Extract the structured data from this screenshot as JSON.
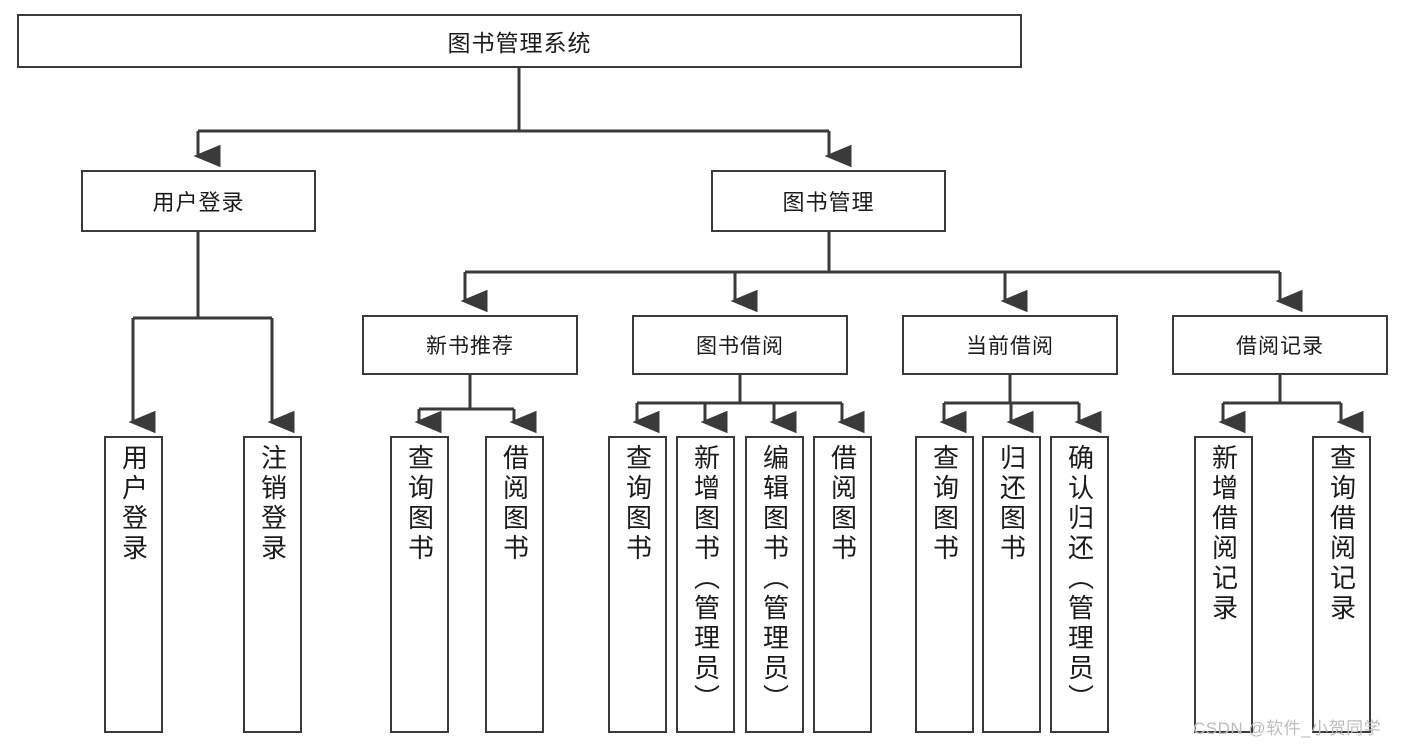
{
  "diagram": {
    "title": "图书管理系统",
    "type": "functional-decomposition-tree",
    "root": {
      "id": "root",
      "label": "图书管理系统"
    },
    "level2": [
      {
        "id": "login",
        "label": "用户登录"
      },
      {
        "id": "bookmgmt",
        "label": "图书管理"
      }
    ],
    "level3": [
      {
        "id": "newbook",
        "label": "新书推荐"
      },
      {
        "id": "borrow",
        "label": "图书借阅"
      },
      {
        "id": "current",
        "label": "当前借阅"
      },
      {
        "id": "record",
        "label": "借阅记录"
      }
    ],
    "leaves": [
      {
        "id": "l1",
        "parent": "login",
        "label": "用户登录"
      },
      {
        "id": "l2",
        "parent": "login",
        "label": "注销登录"
      },
      {
        "id": "l3",
        "parent": "newbook",
        "label": "查询图书"
      },
      {
        "id": "l4",
        "parent": "newbook",
        "label": "借阅图书"
      },
      {
        "id": "l5",
        "parent": "borrow",
        "label": "查询图书"
      },
      {
        "id": "l6",
        "parent": "borrow",
        "label": "新增图书（管理员）"
      },
      {
        "id": "l7",
        "parent": "borrow",
        "label": "编辑图书（管理员）"
      },
      {
        "id": "l8",
        "parent": "borrow",
        "label": "借阅图书"
      },
      {
        "id": "l9",
        "parent": "current",
        "label": "查询图书"
      },
      {
        "id": "l10",
        "parent": "current",
        "label": "归还图书"
      },
      {
        "id": "l11",
        "parent": "current",
        "label": "确认归还（管理员）"
      },
      {
        "id": "l12",
        "parent": "record",
        "label": "新增借阅记录"
      },
      {
        "id": "l13",
        "parent": "record",
        "label": "查询借阅记录"
      }
    ]
  },
  "watermark": {
    "text": "CSDN @软件_小贺同学"
  },
  "colors": {
    "box_border": "#3a3a3a",
    "box_fill": "#ffffff",
    "connector": "#3a3a3a",
    "text": "#1b1b1b",
    "watermark": "#bdbdbd",
    "background": "#ffffff"
  }
}
